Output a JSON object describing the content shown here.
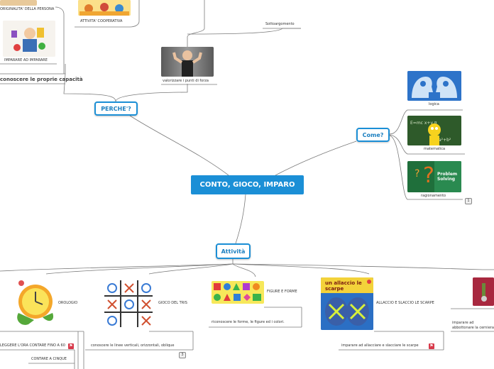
{
  "central": "CONTO, GIOCO, IMPARO",
  "perche": {
    "label": "PERCHE'?",
    "items": [
      "ORIGINALITA' DELLA PERSONA",
      "ATTIVITA' COOPERATIVA",
      "IMPARARE AD IMPARARE",
      "valorizzare i punti di forza"
    ],
    "capacita": "conoscere le proprie capacità",
    "sottoargomento": "Sottoargomento"
  },
  "come": {
    "label": "Come?",
    "items": [
      "logica",
      "matematica",
      "ragionamento"
    ],
    "collapsed_count": "1"
  },
  "attivita": {
    "label": "Attività",
    "items": [
      "OROLOGIO",
      "GIOCO DEL TRIS",
      "FIGURE E FORME",
      "ALLACCIO E SLACCIO LE SCARPE"
    ],
    "descs": [
      "LEGGERE L'ORA CONTARE FINO A 60",
      "conoscere le linee verticali, orizzontali, oblique",
      "riconoscere le forme, le figure ed i colori.",
      "imparare ad allacciare e slacciare le scarpe",
      "imparare ad abbottonare la cerniera"
    ],
    "contare": "CONTARE A CINQUE",
    "tris_count": "3",
    "scarpe_book": "un allaccio le scarpe",
    "problem_solving": "Problem Solving"
  },
  "colors": {
    "accent": "#1b8fd6",
    "line": "#7a7a7a",
    "flag": "#d8394a"
  },
  "icons": [
    "person-icon",
    "book-icon"
  ]
}
